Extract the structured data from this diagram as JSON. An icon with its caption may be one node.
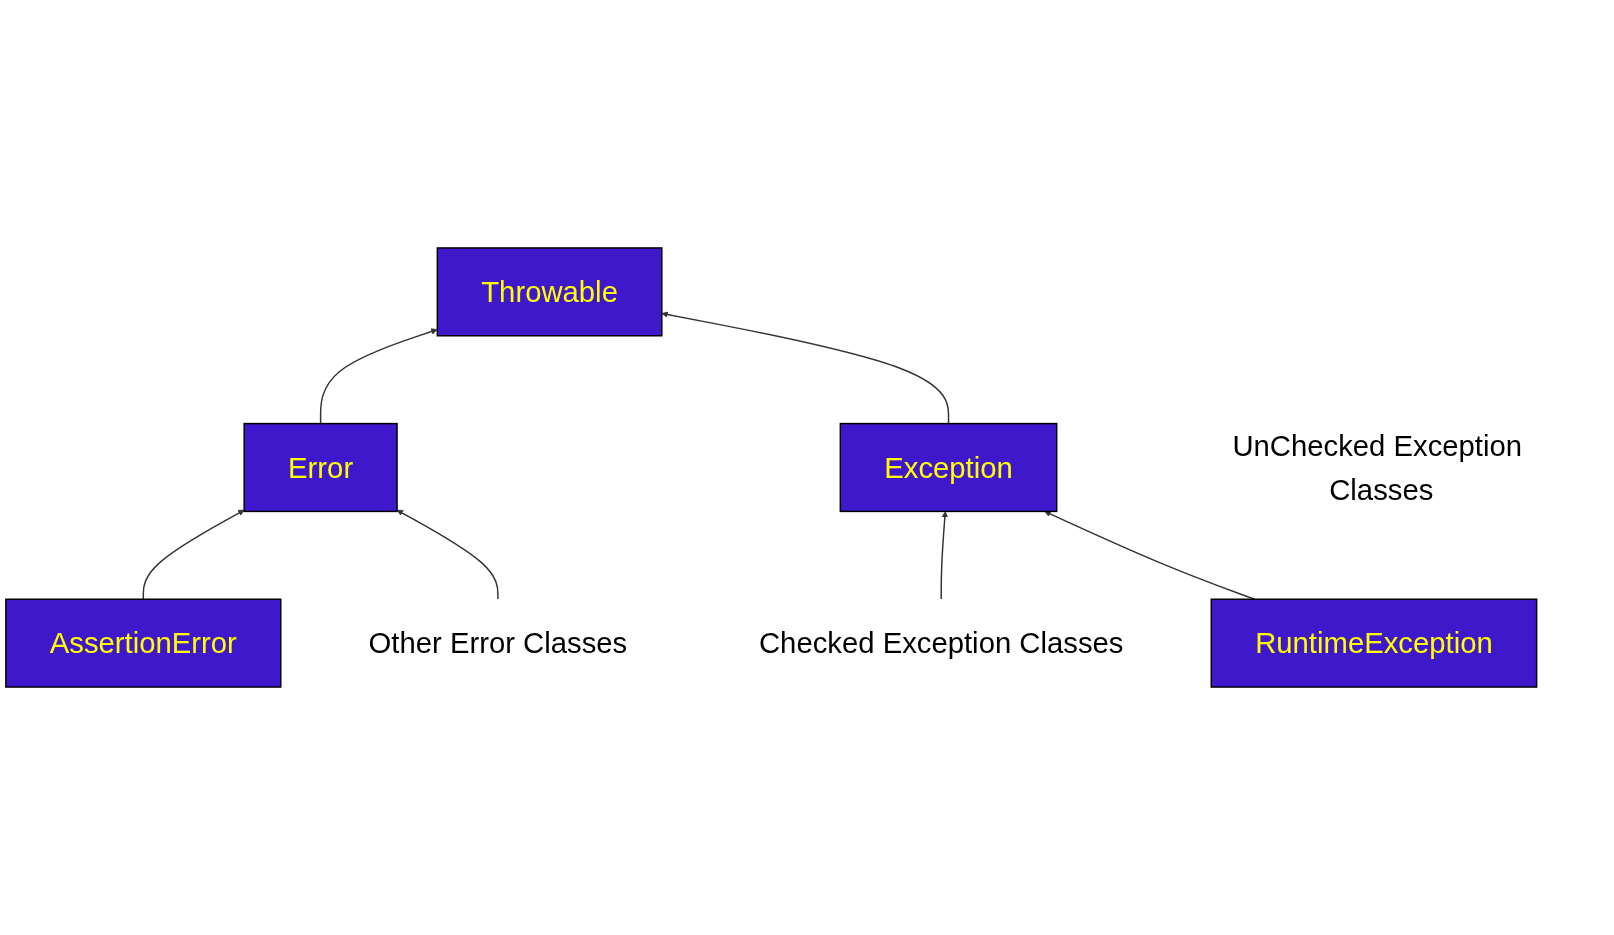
{
  "diagram": {
    "nodes": [
      {
        "text": [
          "Throwable"
        ]
      },
      {
        "text": [
          "Error"
        ]
      },
      {
        "text": [
          "Exception"
        ]
      },
      {
        "text": [
          "AssertionError"
        ]
      },
      {
        "text": [
          "Other Error Classes"
        ]
      },
      {
        "text": [
          "Checked Exception Classes"
        ]
      },
      {
        "text": [
          "RuntimeException"
        ],
        "beside": [
          "UnChecked Exception Classes"
        ]
      }
    ],
    "edges": [
      {
        "from": 1,
        "to": 0,
        "arrow": "to"
      },
      {
        "from": 2,
        "to": 0,
        "arrow": "to"
      },
      {
        "from": 3,
        "to": 1,
        "arrow": "to"
      },
      {
        "from": 4,
        "to": 1,
        "arrow": "to"
      },
      {
        "from": 5,
        "to": 2,
        "arrow": "to"
      },
      {
        "from": 6,
        "to": 2,
        "arrow": "to"
      }
    ]
  }
}
